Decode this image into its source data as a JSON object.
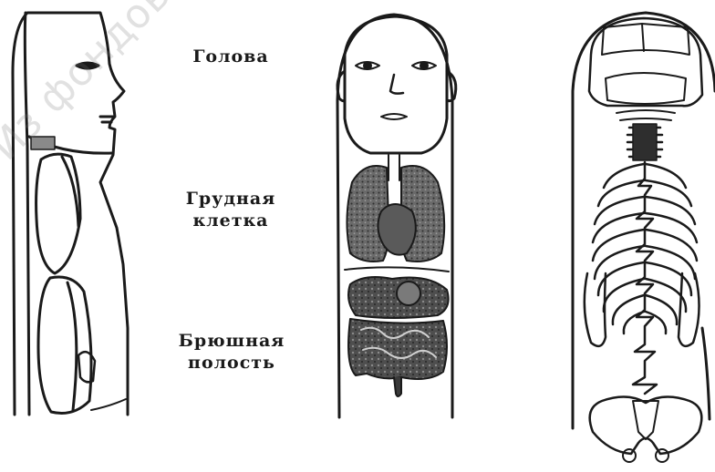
{
  "labels": {
    "head": "Голова",
    "chest_line1": "Грудная",
    "chest_line2": "клетка",
    "abdomen_line1": "Брюшная",
    "abdomen_line2": "полость"
  },
  "watermark": "Из фондов Российск",
  "colors": {
    "ink": "#1a1a1a",
    "organ_fill": "#5a5a5a",
    "organ_dark": "#3a3a3a",
    "watermark": "#b0b0b0"
  }
}
